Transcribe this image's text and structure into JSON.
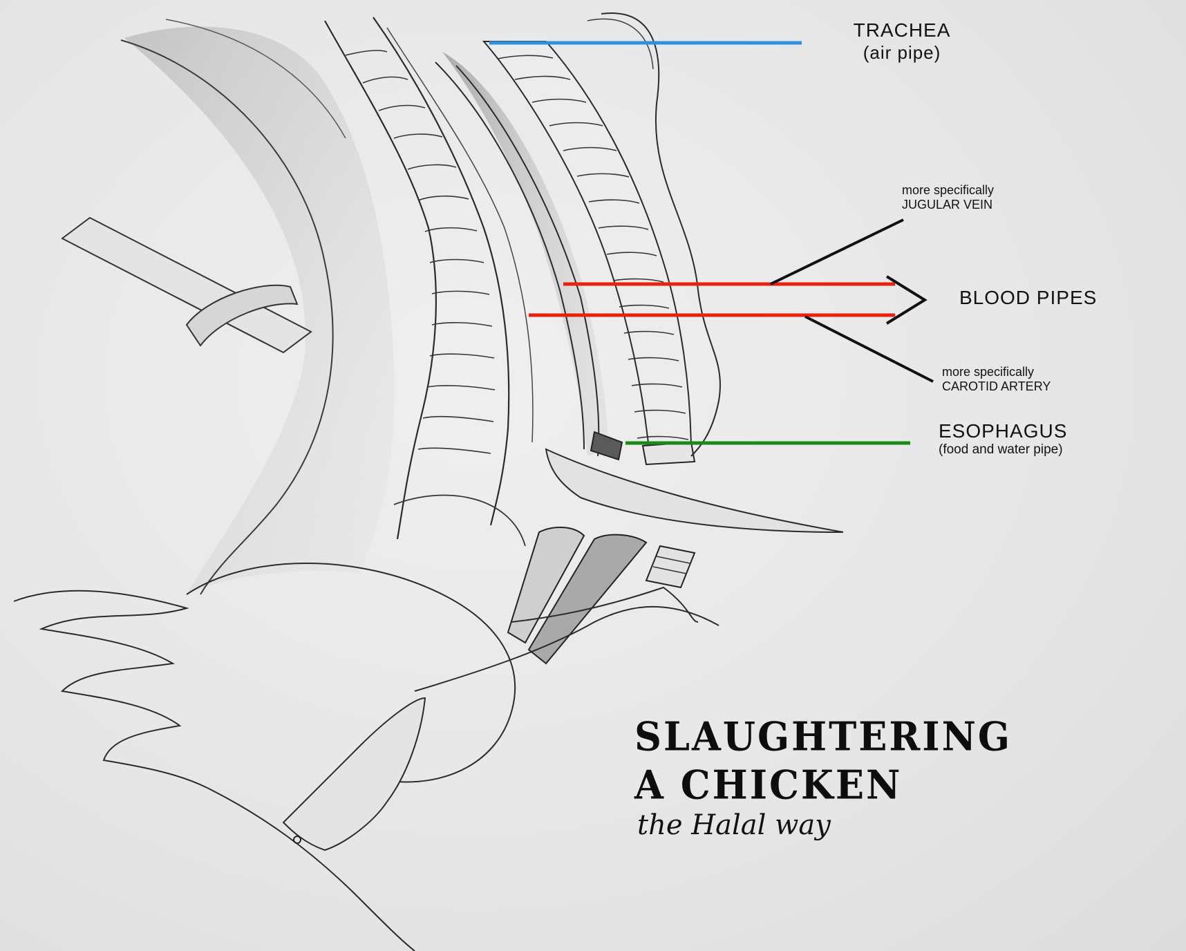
{
  "labels": {
    "trachea": {
      "name": "TRACHEA",
      "note": "(air pipe)",
      "line_color": "#2f8fe0"
    },
    "blood_pipes": {
      "name": "BLOOD PIPES",
      "line_color": "#e8200c",
      "jugular": {
        "prefix": "more specifically",
        "name": "JUGULAR VEIN"
      },
      "carotid": {
        "prefix": "more specifically",
        "name": "CAROTID ARTERY"
      }
    },
    "esophagus": {
      "name": "ESOPHAGUS",
      "note": "(food and water pipe)",
      "line_color": "#1a8a14"
    }
  },
  "title": {
    "line1": "SLAUGHTERING",
    "line2": "A CHICKEN",
    "subtitle": "the Halal way"
  },
  "colors": {
    "background": "#e9e9e9",
    "pencil": "#2a2a2a",
    "shading": "#8c8c8c",
    "pointer_lines": "#111111"
  }
}
